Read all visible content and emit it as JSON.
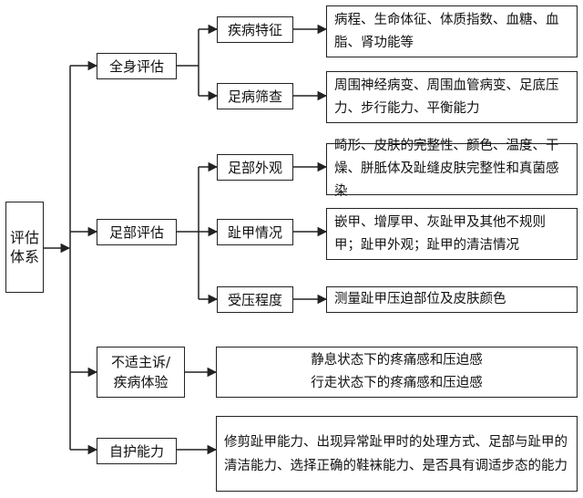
{
  "root": "评估体系",
  "categories": [
    {
      "label": "全身评估",
      "items": [
        {
          "label": "疾病特征",
          "detail": "病程、生命体征、体质指数、血糖、血脂、肾功能等"
        },
        {
          "label": "足病筛查",
          "detail": "周围神经病变、周围血管病变、足底压力、步行能力、平衡能力"
        }
      ]
    },
    {
      "label": "足部评估",
      "items": [
        {
          "label": "足部外观",
          "detail": "畸形、皮肤的完整性、颜色、温度、干燥、胼胝体及趾缝皮肤完整性和真菌感染"
        },
        {
          "label": "趾甲情况",
          "detail": "嵌甲、增厚甲、灰趾甲及其他不规则甲；趾甲外观；趾甲的清洁情况"
        },
        {
          "label": "受压程度",
          "detail": "测量趾甲压迫部位及皮肤颜色"
        }
      ]
    },
    {
      "label": "不适主诉/\n疾病体验",
      "detail_lines": [
        "静息状态下的疼痛感和压迫感",
        "行走状态下的疼痛感和压迫感"
      ]
    },
    {
      "label": "自护能力",
      "detail": "修剪趾甲能力、出现异常趾甲时的处理方式、足部与趾甲的清洁能力、选择正确的鞋袜能力、是否具有调适步态的能力"
    }
  ]
}
